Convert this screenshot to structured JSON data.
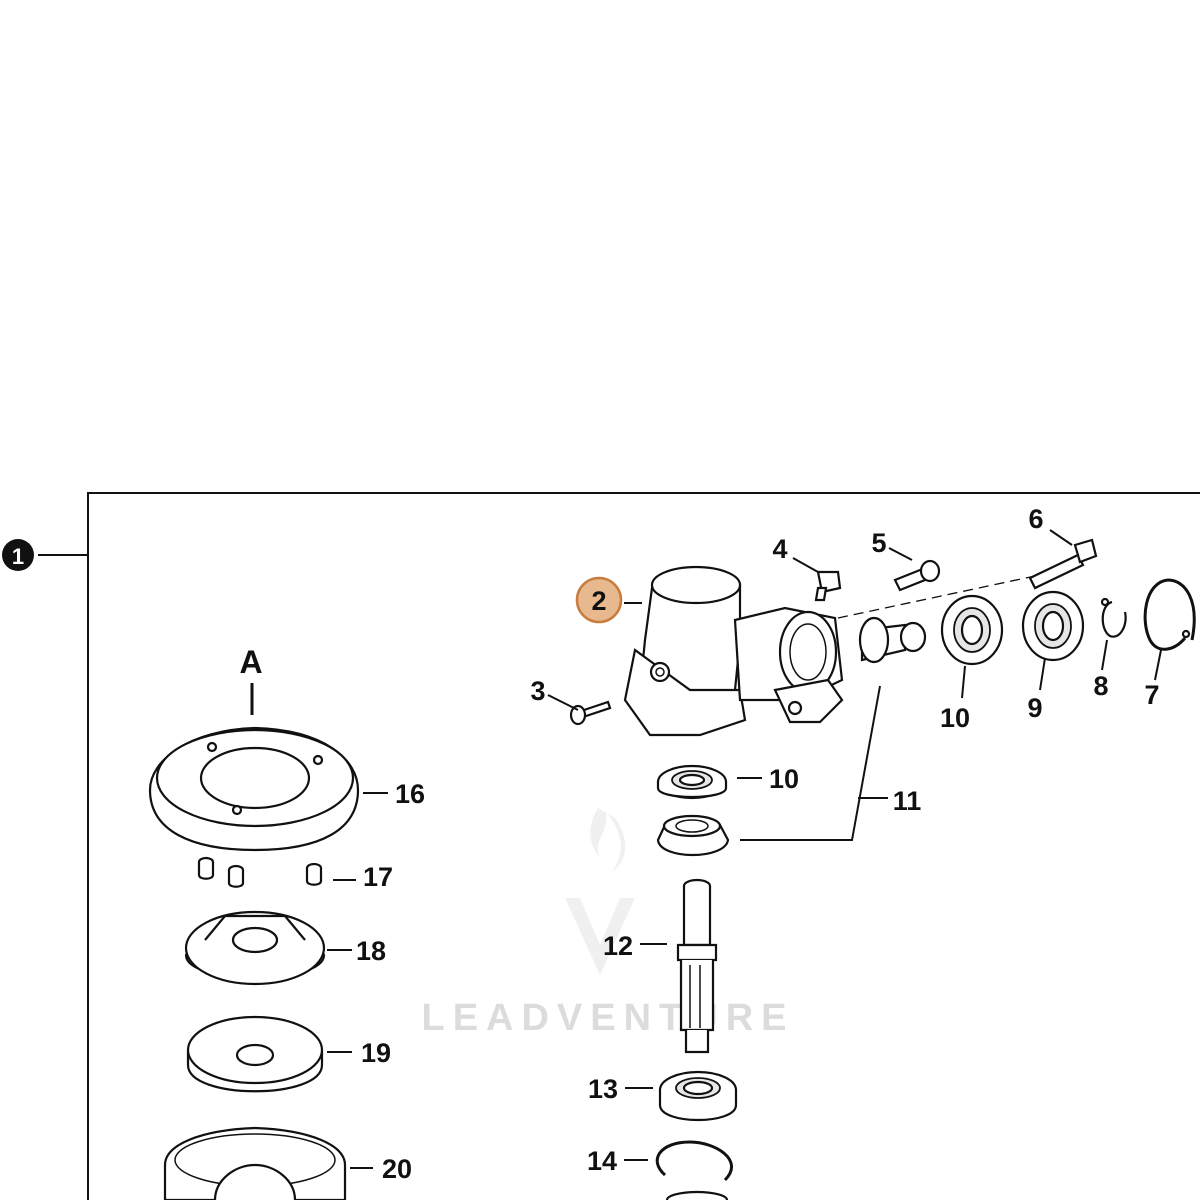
{
  "diagram": {
    "assembly_marker": "1",
    "highlighted_part": "2",
    "view_letter": "A",
    "watermark": "LEADVENTURE",
    "highlight_fill": "#e8b98f",
    "highlight_stroke": "#c87d3e",
    "callouts": {
      "p3": "3",
      "p4": "4",
      "p5": "5",
      "p6": "6",
      "p7": "7",
      "p8": "8",
      "p9": "9",
      "p10a": "10",
      "p10b": "10",
      "p11": "11",
      "p12": "12",
      "p13": "13",
      "p14": "14",
      "p16": "16",
      "p17": "17",
      "p18": "18",
      "p19": "19",
      "p20": "20"
    }
  }
}
